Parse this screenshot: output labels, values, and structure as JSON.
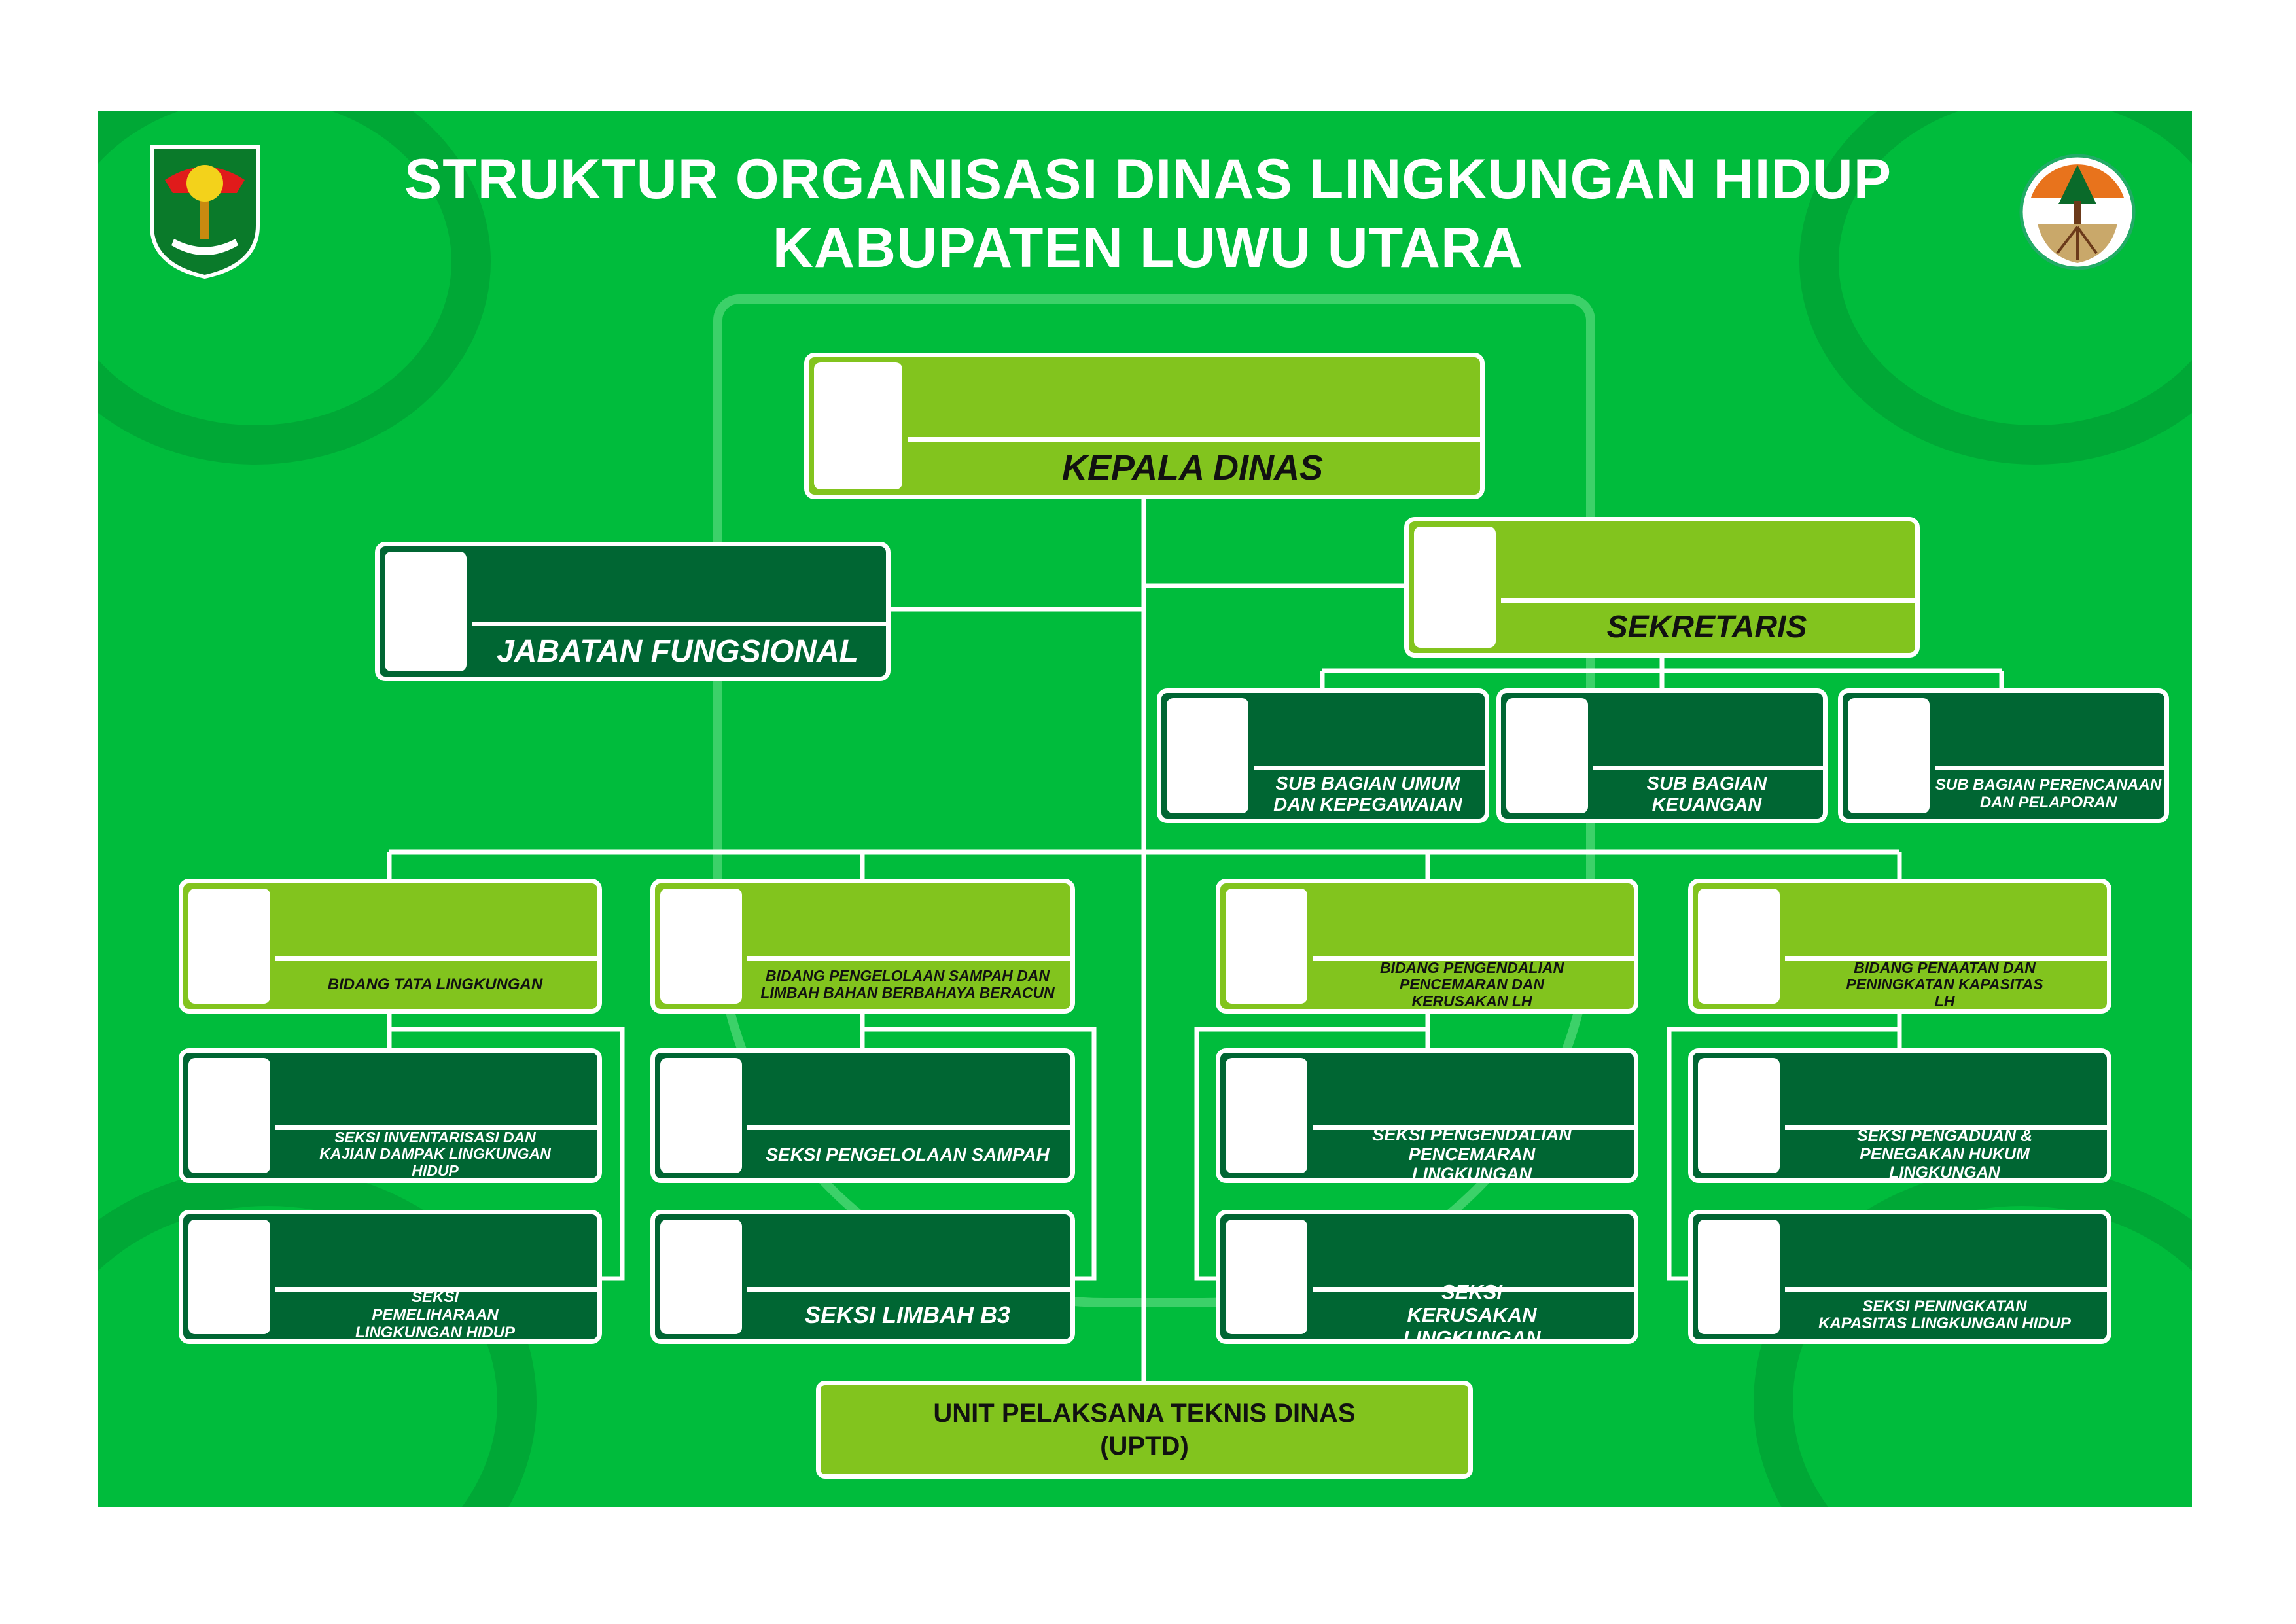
{
  "title": {
    "line1": "STRUKTUR ORGANISASI DINAS LINGKUNGAN HIDUP",
    "line2": "KABUPATEN LUWU UTARA"
  },
  "logos": {
    "left": "LUWU UTARA",
    "right": "Kementerian Lingkungan Hidup"
  },
  "colors": {
    "background": "#00BC3C",
    "light_box": "#82C41E",
    "dark_box": "#006633",
    "line": "#FFFFFF"
  },
  "units": {
    "kepala": "KEPALA DINAS",
    "jabatan": "JABATAN FUNGSIONAL",
    "sekretaris": "SEKRETARIS",
    "sub_bagian": [
      "SUB BAGIAN UMUM DAN KEPEGAWAIAN",
      "SUB BAGIAN KEUANGAN",
      "SUB BAGIAN PERENCANAAN DAN PELAPORAN"
    ],
    "bidang": [
      {
        "name": "BIDANG TATA LINGKUNGAN",
        "seksi": [
          "SEKSI INVENTARISASI DAN KAJIAN DAMPAK LINGKUNGAN HIDUP",
          "SEKSI PEMELIHARAAN LINGKUNGAN HIDUP"
        ]
      },
      {
        "name": "BIDANG PENGELOLAAN SAMPAH DAN LIMBAH BAHAN BERBAHAYA BERACUN",
        "seksi": [
          "SEKSI PENGELOLAAN SAMPAH",
          "SEKSI LIMBAH B3"
        ]
      },
      {
        "name": "BIDANG PENGENDALIAN PENCEMARAN DAN KERUSAKAN LH",
        "seksi": [
          "SEKSI PENGENDALIAN PENCEMARAN LINGKUNGAN",
          "SEKSI KERUSAKAN LINGKUNGAN"
        ]
      },
      {
        "name": "BIDANG PENAATAN DAN PENINGKATAN KAPASITAS LH",
        "seksi": [
          "SEKSI PENGADUAN & PENEGAKAN HUKUM LINGKUNGAN",
          "SEKSI PENINGKATAN KAPASITAS LINGKUNGAN HIDUP"
        ]
      }
    ],
    "uptd": {
      "line1": "UNIT PELAKSANA TEKNIS DINAS",
      "line2": "(UPTD)"
    }
  }
}
